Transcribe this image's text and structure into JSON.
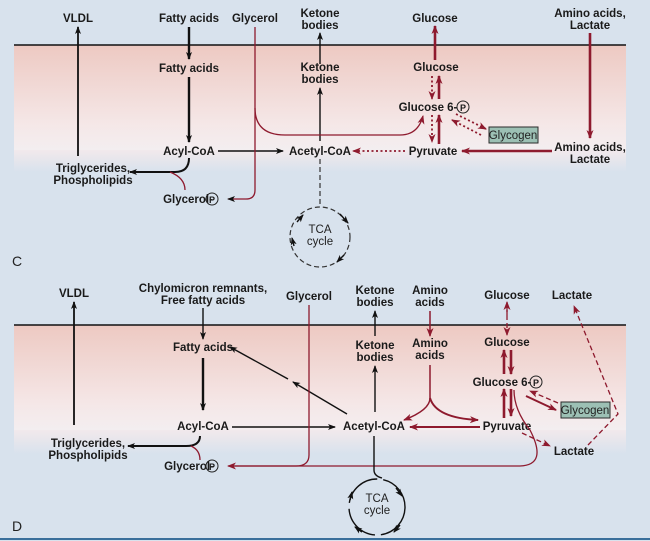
{
  "colors": {
    "background": "#d8e2ed",
    "cell_band_top": "#eecbc4",
    "cell_band_bottom": "#f3e6e6",
    "pathway_red": "#8e1a2e",
    "pathway_black": "#111111",
    "glycogen_box": "#9cc0b4",
    "bottom_rule": "#3a6f9b"
  },
  "panel_c": {
    "letter": "C",
    "outside": {
      "vldl": "VLDL",
      "fatty_acids": "Fatty acids",
      "glycerol": "Glycerol",
      "ketone_bodies_1": "Ketone",
      "ketone_bodies_2": "bodies",
      "glucose": "Glucose",
      "amino_lactate_1": "Amino acids,",
      "amino_lactate_2": "Lactate"
    },
    "inside": {
      "fatty_acids": "Fatty acids",
      "ketone_bodies_1": "Ketone",
      "ketone_bodies_2": "bodies",
      "glucose": "Glucose",
      "glucose6p": "Glucose 6-",
      "glycogen": "Glycogen",
      "acyl_coa": "Acyl-CoA",
      "acetyl_coa": "Acetyl-CoA",
      "pyruvate": "Pyruvate",
      "amino_lactate_1": "Amino acids,",
      "amino_lactate_2": "Lactate",
      "triglycerides_1": "Triglycerides,",
      "triglycerides_2": "Phospholipids",
      "glycerol_p": "Glycerol-",
      "tca_1": "TCA",
      "tca_2": "cycle",
      "phosphate": "P"
    }
  },
  "panel_d": {
    "letter": "D",
    "outside": {
      "vldl": "VLDL",
      "chylo_1": "Chylomicron remnants,",
      "chylo_2": "Free fatty acids",
      "glycerol": "Glycerol",
      "ketone_bodies_1": "Ketone",
      "ketone_bodies_2": "bodies",
      "amino_1": "Amino",
      "amino_2": "acids",
      "glucose": "Glucose",
      "lactate": "Lactate"
    },
    "inside": {
      "fatty_acids": "Fatty acids",
      "ketone_bodies_1": "Ketone",
      "ketone_bodies_2": "bodies",
      "amino_1": "Amino",
      "amino_2": "acids",
      "glucose": "Glucose",
      "glucose6p": "Glucose 6-",
      "glycogen": "Glycogen",
      "acyl_coa": "Acyl-CoA",
      "acetyl_coa": "Acetyl-CoA",
      "pyruvate": "Pyruvate",
      "lactate": "Lactate",
      "triglycerides_1": "Triglycerides,",
      "triglycerides_2": "Phospholipids",
      "glycerol_p": "Glycerol-",
      "tca_1": "TCA",
      "tca_2": "cycle",
      "phosphate": "P"
    }
  }
}
